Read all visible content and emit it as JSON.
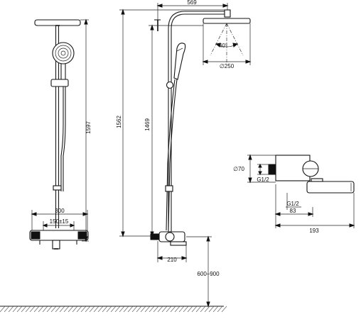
{
  "dimensions": {
    "total_height": "1597",
    "column_height": "1562",
    "shower_head_height": "1469",
    "arm_length": "569",
    "spray_angle": "40°",
    "head_diameter": "∅250",
    "mixer_width": "300",
    "pipe_centers": "150±15",
    "spout_projection": "210",
    "install_height": "600–900",
    "mixer_body_diameter": "∅70",
    "thread_size_side": "G1/2",
    "thread_size_bottom": "G1/2",
    "mixer_depth": "83",
    "mixer_total_depth": "193"
  }
}
